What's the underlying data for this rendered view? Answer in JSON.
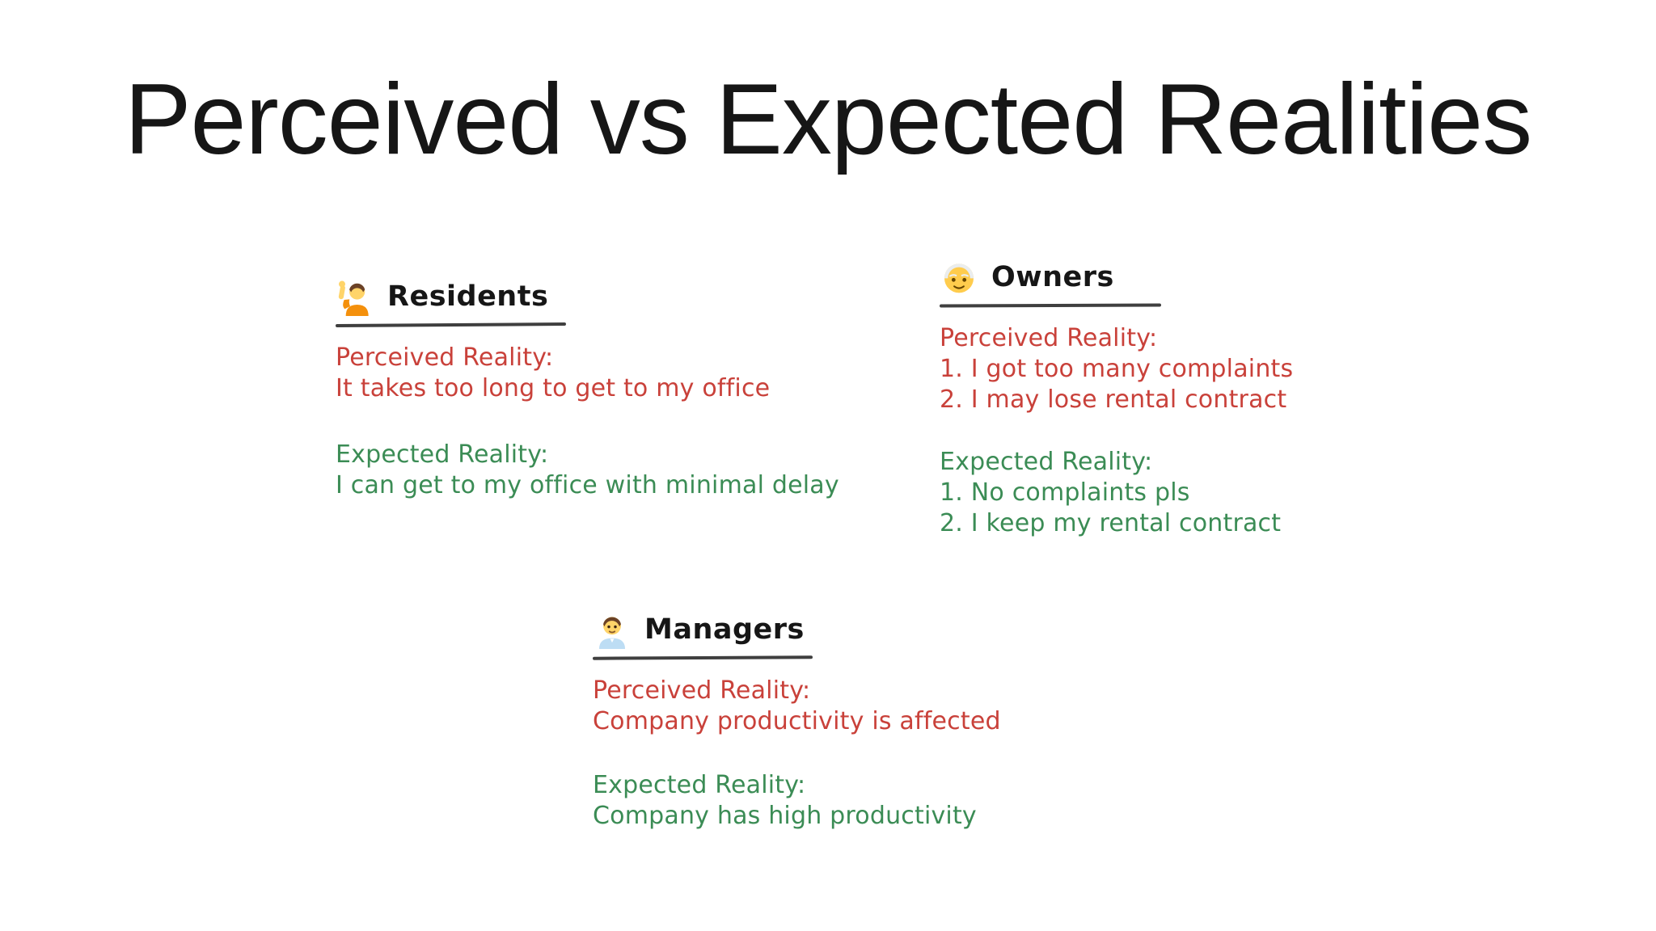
{
  "title": "Perceived vs Expected Realities",
  "colors": {
    "background": "#ffffff",
    "heading": "#161616",
    "underline": "#3f3f3f",
    "perceived": "#c9413a",
    "expected": "#3b8c55"
  },
  "sections": [
    {
      "id": "residents",
      "icon": "person-raising-hand",
      "label": "Residents",
      "perceived": {
        "heading": "Perceived Reality:",
        "lines": [
          "It takes too long to get to my office"
        ]
      },
      "expected": {
        "heading": "Expected Reality:",
        "lines": [
          "I can get to my office with minimal delay"
        ]
      }
    },
    {
      "id": "owners",
      "icon": "older-person",
      "label": "Owners",
      "perceived": {
        "heading": "Perceived Reality:",
        "lines": [
          "1. I got too many complaints",
          "2. I may lose rental contract"
        ]
      },
      "expected": {
        "heading": "Expected Reality:",
        "lines": [
          "1. No complaints pls",
          "2. I keep my rental contract"
        ]
      }
    },
    {
      "id": "managers",
      "icon": "man-office-worker",
      "label": "Managers",
      "perceived": {
        "heading": "Perceived Reality:",
        "lines": [
          "Company productivity is affected"
        ]
      },
      "expected": {
        "heading": "Expected Reality:",
        "lines": [
          "Company has high productivity"
        ]
      }
    }
  ]
}
